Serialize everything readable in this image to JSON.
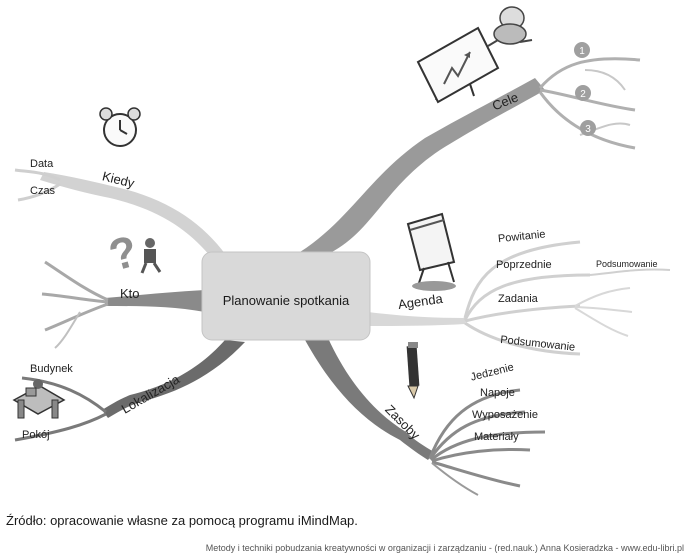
{
  "center": {
    "label": "Planowanie spotkania"
  },
  "branches": {
    "cele": {
      "label": "Cele",
      "items": [
        "1",
        "2",
        "3"
      ]
    },
    "kiedy": {
      "label": "Kiedy",
      "items": [
        "Data",
        "Czas"
      ]
    },
    "kto": {
      "label": "Kto"
    },
    "lokalizacja": {
      "label": "Lokalizacja",
      "items": [
        "Budynek",
        "Pokój"
      ]
    },
    "agenda": {
      "label": "Agenda",
      "items": [
        "Powitanie",
        "Poprzednie",
        "Zadania",
        "Podsumowanie"
      ],
      "subitem": "Podsumowanie"
    },
    "zasoby": {
      "label": "Zasoby",
      "items": [
        "Jedzenie",
        "Napoje",
        "Wyposażenie",
        "Materiały"
      ]
    }
  },
  "source": "Źródło: opracowanie własne za pomocą programu iMindMap.",
  "footer": "Metody i techniki pobudzania kreatywności w organizacji i zarządzaniu -  (red.nauk.) Anna Kosieradzka - www.edu-libri.pl",
  "colors": {
    "cele": "#9a9a9a",
    "kiedy": "#d2d2d2",
    "kto": "#8a8a8a",
    "lokalizacja": "#6b6b6b",
    "agenda": "#d8d8d8",
    "zasoby": "#7a7a7a",
    "center_fill": "#d9d9d9"
  }
}
